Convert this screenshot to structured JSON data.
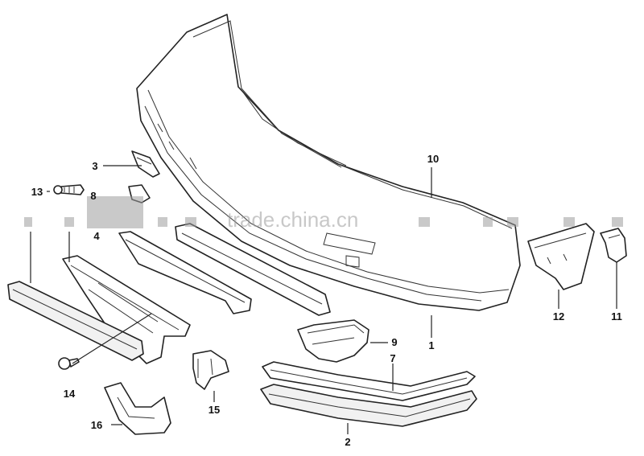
{
  "watermark": {
    "text": "trade.china.cn",
    "color": "#9a9a9a"
  },
  "callouts": [
    {
      "id": "c1",
      "label": "1"
    },
    {
      "id": "c2",
      "label": "2"
    },
    {
      "id": "c3",
      "label": "3"
    },
    {
      "id": "c4",
      "label": "4"
    },
    {
      "id": "c7",
      "label": "7"
    },
    {
      "id": "c8",
      "label": "8"
    },
    {
      "id": "c9",
      "label": "9"
    },
    {
      "id": "c10",
      "label": "10"
    },
    {
      "id": "c11",
      "label": "11"
    },
    {
      "id": "c12",
      "label": "12"
    },
    {
      "id": "c13",
      "label": "13"
    },
    {
      "id": "c14",
      "label": "14"
    },
    {
      "id": "c15",
      "label": "15"
    },
    {
      "id": "c16",
      "label": "16"
    }
  ]
}
